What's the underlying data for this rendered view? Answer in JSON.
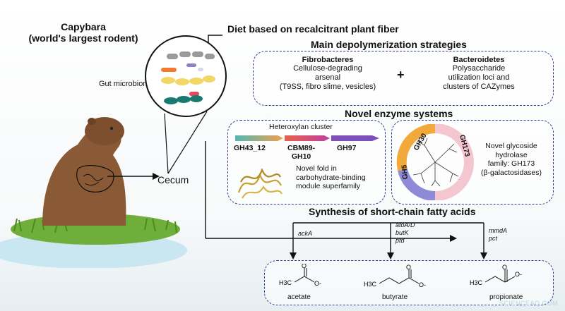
{
  "capybara": {
    "title": "Capybara",
    "subtitle": "(world's largest rodent)"
  },
  "gut_label": "Gut microbiome",
  "cecum_label": "Cecum",
  "diet_heading": "Diet based on recalcitrant plant fiber",
  "depolymerization": {
    "heading": "Main depolymerization strategies",
    "fibrobacteres": {
      "title": "Fibrobacteres",
      "lines": [
        "Cellulose-degrading",
        "arsenal",
        "(T9SS, fibro slime, vesicles)"
      ]
    },
    "plus": "+",
    "bacteroidetes": {
      "title": "Bacteroidetes",
      "lines": [
        "Polysaccharide",
        "utilization loci and",
        "clusters of CAZymes"
      ]
    }
  },
  "novel_enzymes": {
    "heading": "Novel enzyme systems",
    "cluster_label": "Heteroxylan cluster",
    "genes": [
      "GH43_12",
      "CBM89-",
      "GH10",
      "GH97"
    ],
    "fold_lines": [
      "Novel fold in",
      "carbohydrate-binding",
      "module superfamily"
    ],
    "wheel_labels": [
      "GH30",
      "GH173",
      "GH5"
    ],
    "family_lines": [
      "Novel glycoside",
      "hydrolase",
      "family: GH173",
      "(β-galactosidases)"
    ]
  },
  "scfa": {
    "heading": "Synthesis of short-chain fatty acids",
    "enzymes_left": [
      "ackA"
    ],
    "enzymes_mid": [
      "atoA/D",
      "butK",
      "ptd"
    ],
    "enzymes_right": [
      "mmdA",
      "pct"
    ],
    "molecules": [
      "acetate",
      "butyrate",
      "propionate"
    ],
    "atoms": {
      "methyl": "H3C",
      "oxygen": "O",
      "anion": "O-"
    }
  },
  "watermark": "SCIENCEAQ.COM",
  "colors": {
    "border": "#2f3a8f",
    "gh30": "#f2a93b",
    "gh173": "#f4c6d0",
    "gh5": "#8e8ad8"
  }
}
